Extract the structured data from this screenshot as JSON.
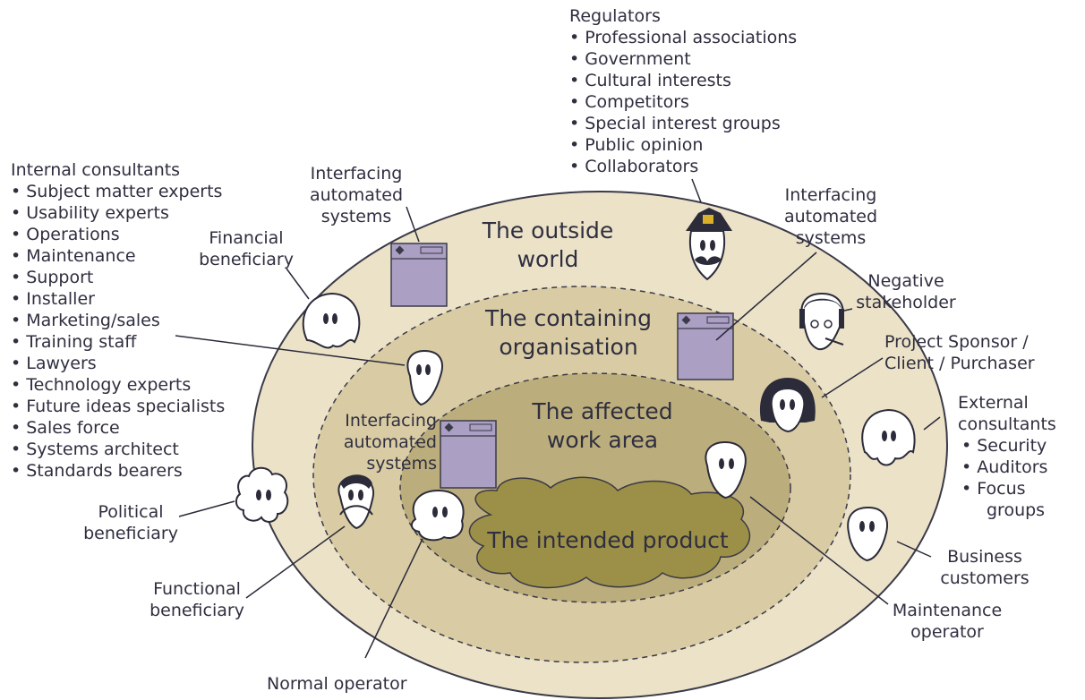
{
  "zones": {
    "outside_world": [
      "The outside",
      "world"
    ],
    "containing_organisation": [
      "The containing",
      "organisation"
    ],
    "affected_work_area": [
      "The affected",
      "work area"
    ],
    "intended_product": "The intended product"
  },
  "regulators": {
    "title": "Regulators",
    "items": [
      "Professional associations",
      "Government",
      "Cultural interests",
      "Competitors",
      "Special interest groups",
      "Public opinion",
      "Collaborators"
    ]
  },
  "internal_consultants": {
    "title": "Internal consultants",
    "items": [
      "Subject matter experts",
      "Usability experts",
      "Operations",
      "Maintenance",
      "Support",
      "Installer",
      "Marketing/sales",
      "Training staff",
      "Lawyers",
      "Technology experts",
      "Future ideas specialists",
      "Sales force",
      "Systems architect",
      "Standards bearers"
    ]
  },
  "external_consultants": {
    "title": [
      "External",
      "consultants"
    ],
    "items": [
      "Security",
      "Auditors",
      "Focus"
    ],
    "continuation": "groups"
  },
  "labels": {
    "interfacing_top": [
      "Interfacing",
      "automated",
      "systems"
    ],
    "interfacing_right": [
      "Interfacing",
      "automated",
      "systems"
    ],
    "interfacing_inner": [
      "Interfacing",
      "automated",
      "systems"
    ],
    "financial_beneficiary": [
      "Financial",
      "beneficiary"
    ],
    "negative_stakeholder": [
      "Negative",
      "stakeholder"
    ],
    "project_sponsor": [
      "Project Sponsor /",
      "Client / Purchaser"
    ],
    "political_beneficiary": [
      "Political",
      "beneficiary"
    ],
    "functional_beneficiary": [
      "Functional",
      "beneficiary"
    ],
    "normal_operator": "Normal operator",
    "maintenance_operator": [
      "Maintenance",
      "operator"
    ],
    "business_customers": [
      "Business",
      "customers"
    ]
  },
  "colors": {
    "outer_ellipse": "#ece2c8",
    "middle_ellipse": "#d9cca4",
    "inner_ellipse": "#bcae7c",
    "cloud": "#9c8f47",
    "system_window": "#ab9fc4",
    "outline": "#3a3a48"
  }
}
